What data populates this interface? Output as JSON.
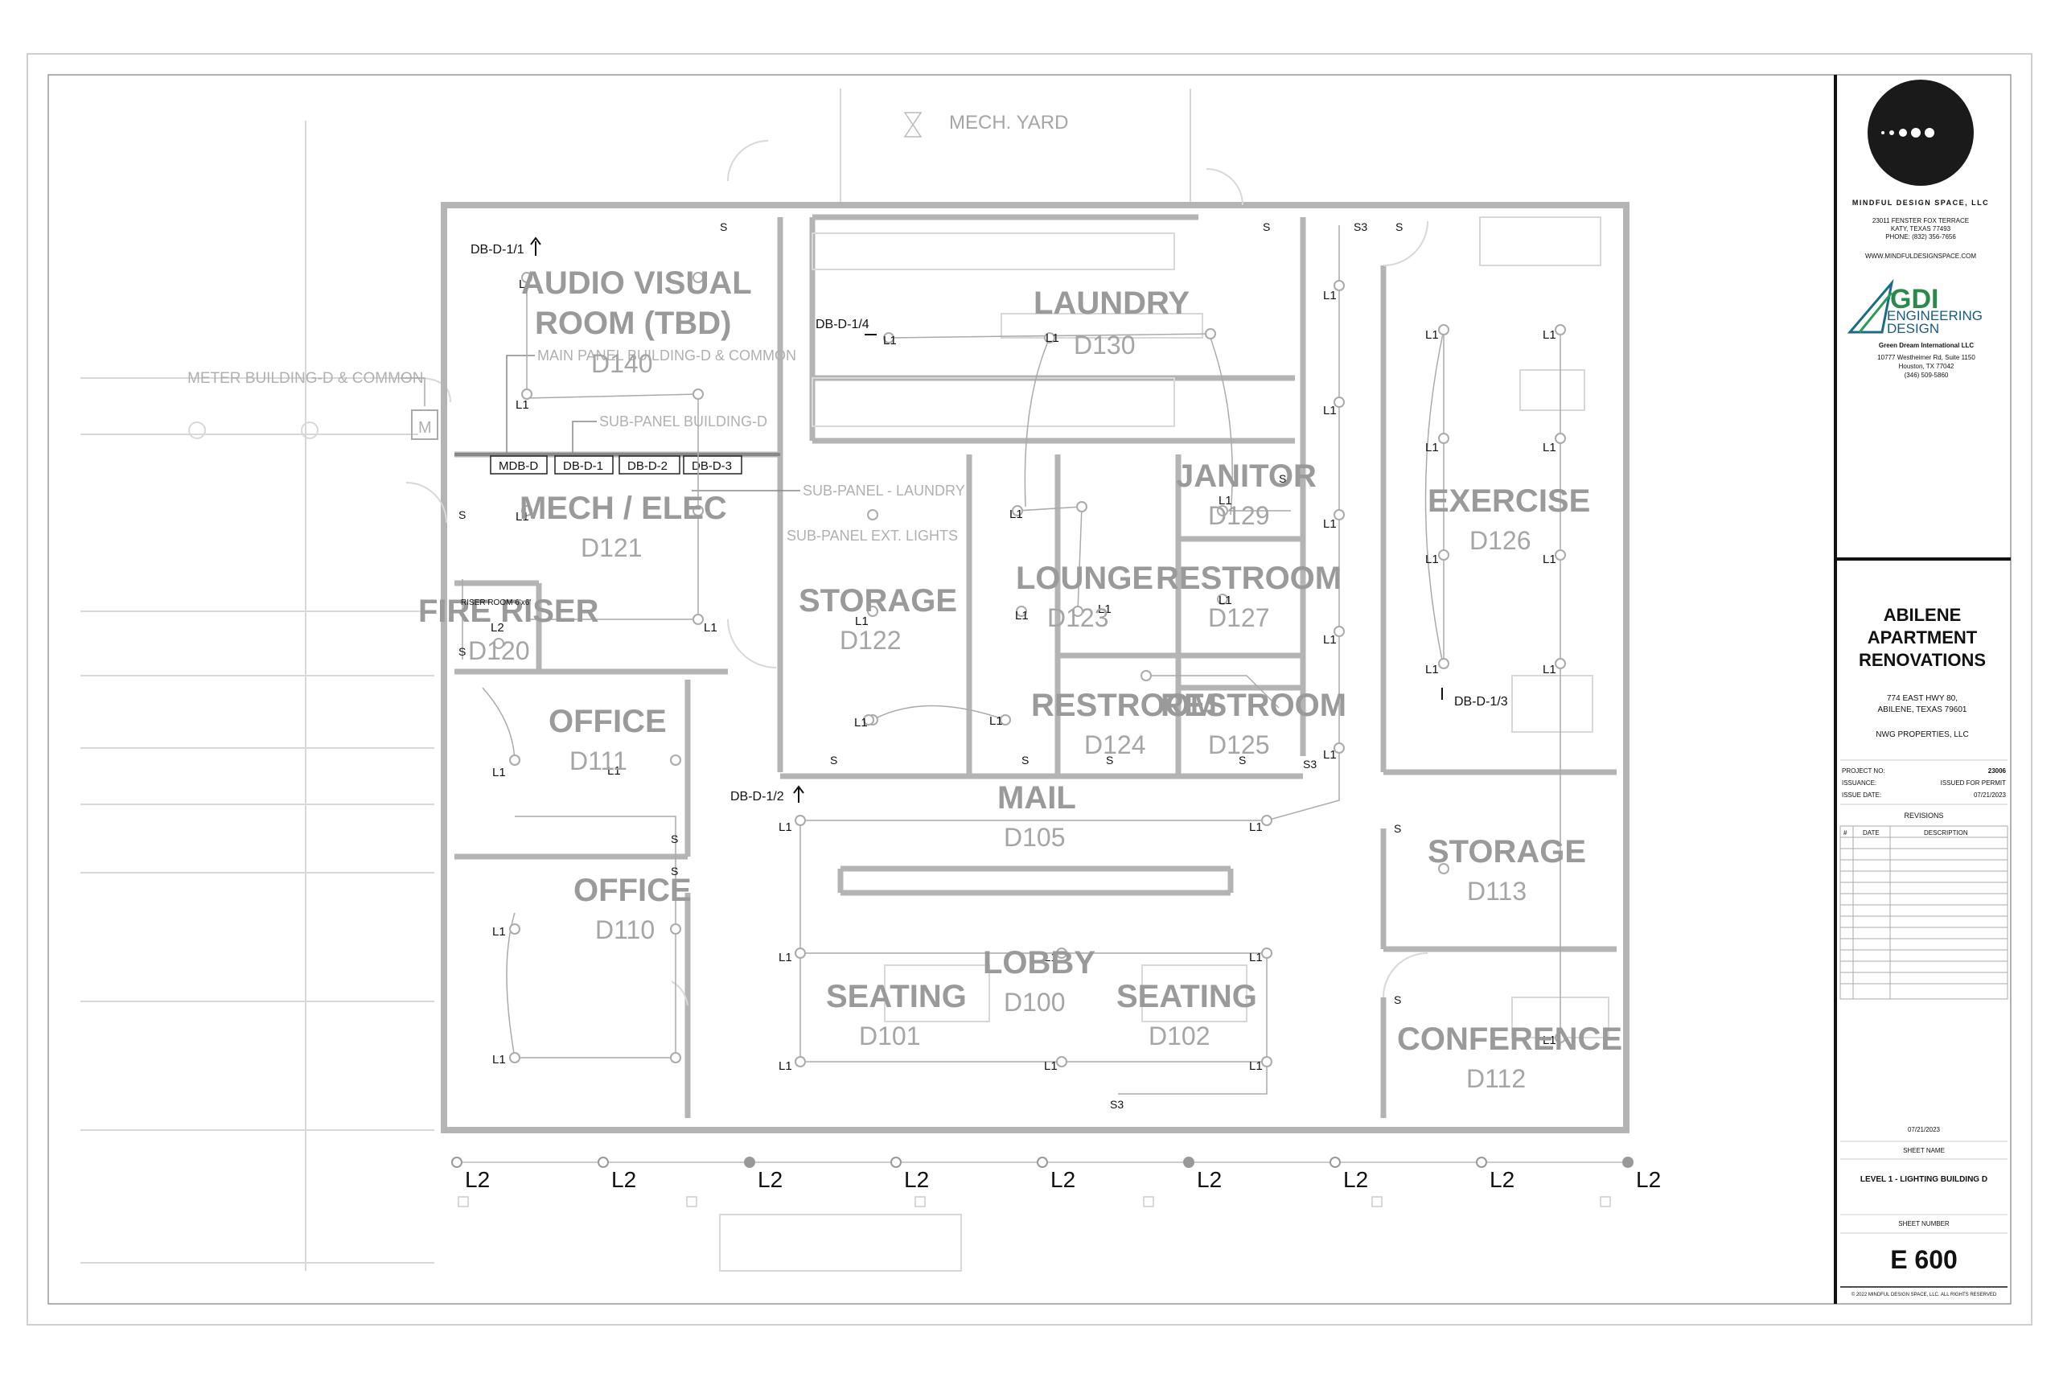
{
  "drawing": {
    "mech_yard": "MECH. YARD",
    "meter_note": "METER BUILDING-D & COMMON",
    "meter_symbol": "M",
    "main_panel_note": "MAIN PANEL BUILDING-D & COMMON",
    "sub_panel_note": "SUB-PANEL BUILDING-D",
    "sub_panel_laundry_note": "SUB-PANEL - LAUNDRY",
    "sub_panel_ext_note": "SUB-PANEL EXT. LIGHTS",
    "riser_room_note": "RISER ROOM 6'x6'",
    "panels": [
      "MDB-D",
      "DB-D-1",
      "DB-D-2",
      "DB-D-3"
    ],
    "circuits": {
      "c1": "DB-D-1/1",
      "c2": "DB-D-1/4",
      "c3": "DB-D-1/2",
      "c4": "DB-D-1/3"
    },
    "rooms": [
      {
        "name": "AUDIO VISUAL",
        "name2": "ROOM (TBD)",
        "num": "D140"
      },
      {
        "name": "LAUNDRY",
        "num": "D130"
      },
      {
        "name": "MECH / ELEC",
        "num": "D121"
      },
      {
        "name": "JANITOR",
        "num": "D129"
      },
      {
        "name": "EXERCISE",
        "num": "D126"
      },
      {
        "name": "FIRE RISER",
        "num": "D120"
      },
      {
        "name": "STORAGE",
        "num": "D122"
      },
      {
        "name": "LOUNGE",
        "num": "D123"
      },
      {
        "name": "RESTROOM",
        "num": "D127"
      },
      {
        "name": "RESTROOM",
        "num": "D124"
      },
      {
        "name": "RESTROOM",
        "num": "D125"
      },
      {
        "name": "OFFICE",
        "num": "D111"
      },
      {
        "name": "MAIL",
        "num": "D105"
      },
      {
        "name": "STORAGE",
        "num": "D113"
      },
      {
        "name": "OFFICE",
        "num": "D110"
      },
      {
        "name": "LOBBY",
        "num": "D100"
      },
      {
        "name": "SEATING",
        "num": "D101"
      },
      {
        "name": "SEATING",
        "num": "D102"
      },
      {
        "name": "CONFERENCE",
        "num": "D112"
      }
    ],
    "fixture_l1": "L1",
    "fixture_l2": "L2",
    "switch": "S",
    "switch_s3": "S3"
  },
  "title_block": {
    "firm_name": "MINDFUL DESIGN SPACE, LLC",
    "firm_addr1": "23011 FENSTER FOX TERRACE",
    "firm_addr2": "KATY, TEXAS 77493",
    "firm_phone": "PHONE: (832) 356-7656",
    "firm_web": "WWW.MINDFULDESIGNSPACE.COM",
    "gdi_word": "GDI",
    "gdi_line1": "ENGINEERING",
    "gdi_line2": "DESIGN",
    "eng_name": "Green Dream International LLC",
    "eng_addr1": "10777 Westheimer Rd, Suite 1150",
    "eng_addr2": "Houston, TX 77042",
    "eng_phone": "(346) 509-5860",
    "project_line1": "ABILENE",
    "project_line2": "APARTMENT",
    "project_line3": "RENOVATIONS",
    "site_addr1": "774 EAST HWY 80,",
    "site_addr2": "ABILENE, TEXAS 79601",
    "owner": "NWG PROPERTIES, LLC",
    "project_no_label": "PROJECT NO:",
    "project_no": "23006",
    "issuance_label": "ISSUANCE:",
    "issuance": "ISSUED FOR PERMIT",
    "issue_date_label": "ISSUE DATE:",
    "issue_date": "07/21/2023",
    "revisions_title": "REVISIONS",
    "rev_col_num": "#",
    "rev_col_date": "DATE",
    "rev_col_desc": "DESCRIPTION",
    "stamp_date": "07/21/2023",
    "sheet_name_label": "SHEET NAME",
    "sheet_name": "LEVEL 1 - LIGHTING BUILDING D",
    "sheet_number_label": "SHEET NUMBER",
    "sheet_number": "E 600",
    "copyright": "© 2022 MINDFUL DESIGN SPACE, LLC. ALL RIGHTS RESERVED"
  }
}
